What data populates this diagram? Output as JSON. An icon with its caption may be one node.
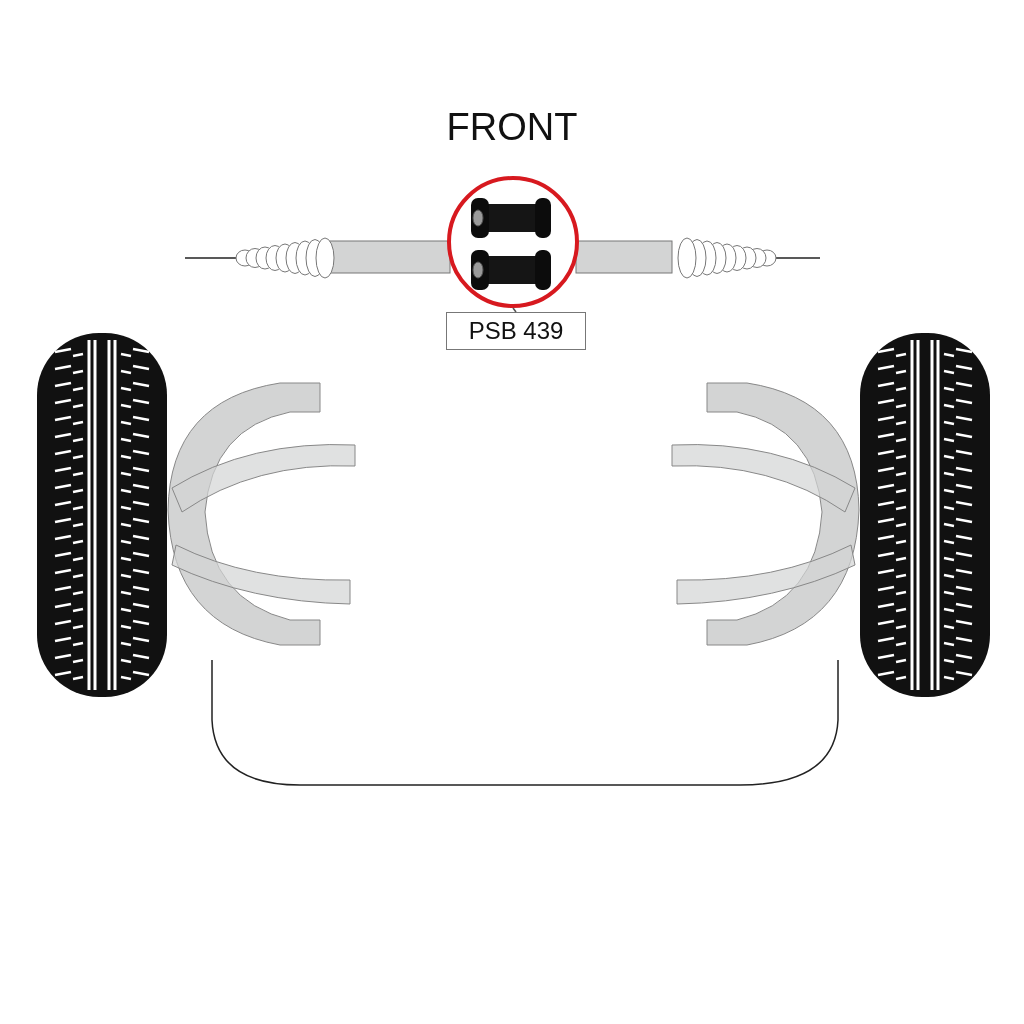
{
  "diagram": {
    "title": "FRONT",
    "nodes": [
      {
        "text": [],
        "shape": "circle"
      },
      {
        "text": [
          "PSB 439"
        ]
      }
    ],
    "edges": [
      {
        "from": 1,
        "to": 0,
        "arrow": "none"
      }
    ]
  }
}
